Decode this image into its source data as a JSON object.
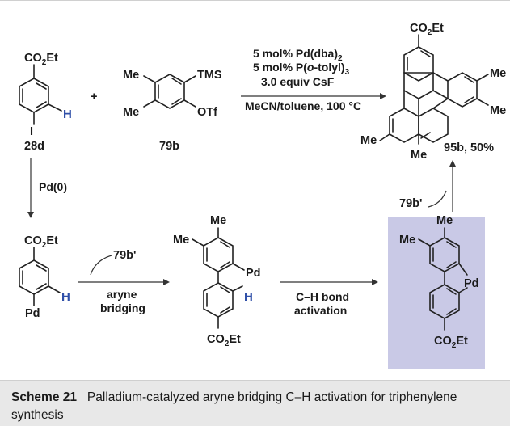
{
  "scheme": {
    "compound_28d": {
      "label": "28d",
      "group": "CO2Et",
      "h": "H",
      "i": "I"
    },
    "plus": "+",
    "compound_79b": {
      "label": "79b",
      "me1": "Me",
      "me2": "Me",
      "tms": "TMS",
      "otf": "OTf"
    },
    "conditions": {
      "line1": "5 mol% Pd(dba)",
      "line1_sub": "2",
      "line2a": "5 mol% P(",
      "line2_italic": "o",
      "line2b": "-tolyl)",
      "line2_sub": "3",
      "line3": "3.0 equiv CsF",
      "line4": "MeCN/toluene, 100 °C"
    },
    "product": {
      "label": "95b, 50%",
      "group": "CO2Et",
      "me": "Me"
    },
    "pd0_label": "Pd(0)",
    "intermediate_a": {
      "group": "CO2Et",
      "h": "H",
      "pd": "Pd"
    },
    "step_reagent": "79b'",
    "step_label1": "aryne",
    "step_label2": "bridging",
    "intermediate_b": {
      "me": "Me",
      "pd": "Pd",
      "h": "H",
      "group": "CO2Et"
    },
    "ch_label1": "C–H bond",
    "ch_label2": "activation",
    "palladacycle": {
      "me": "Me",
      "pd": "Pd",
      "group": "CO2Et",
      "highlight_color": "#c9c9e6"
    },
    "final_reagent": "79b'"
  },
  "caption": {
    "title": "Scheme 21",
    "text": "Palladium-catalyzed aryne bridging C–H activation for triphenylene synthesis"
  }
}
